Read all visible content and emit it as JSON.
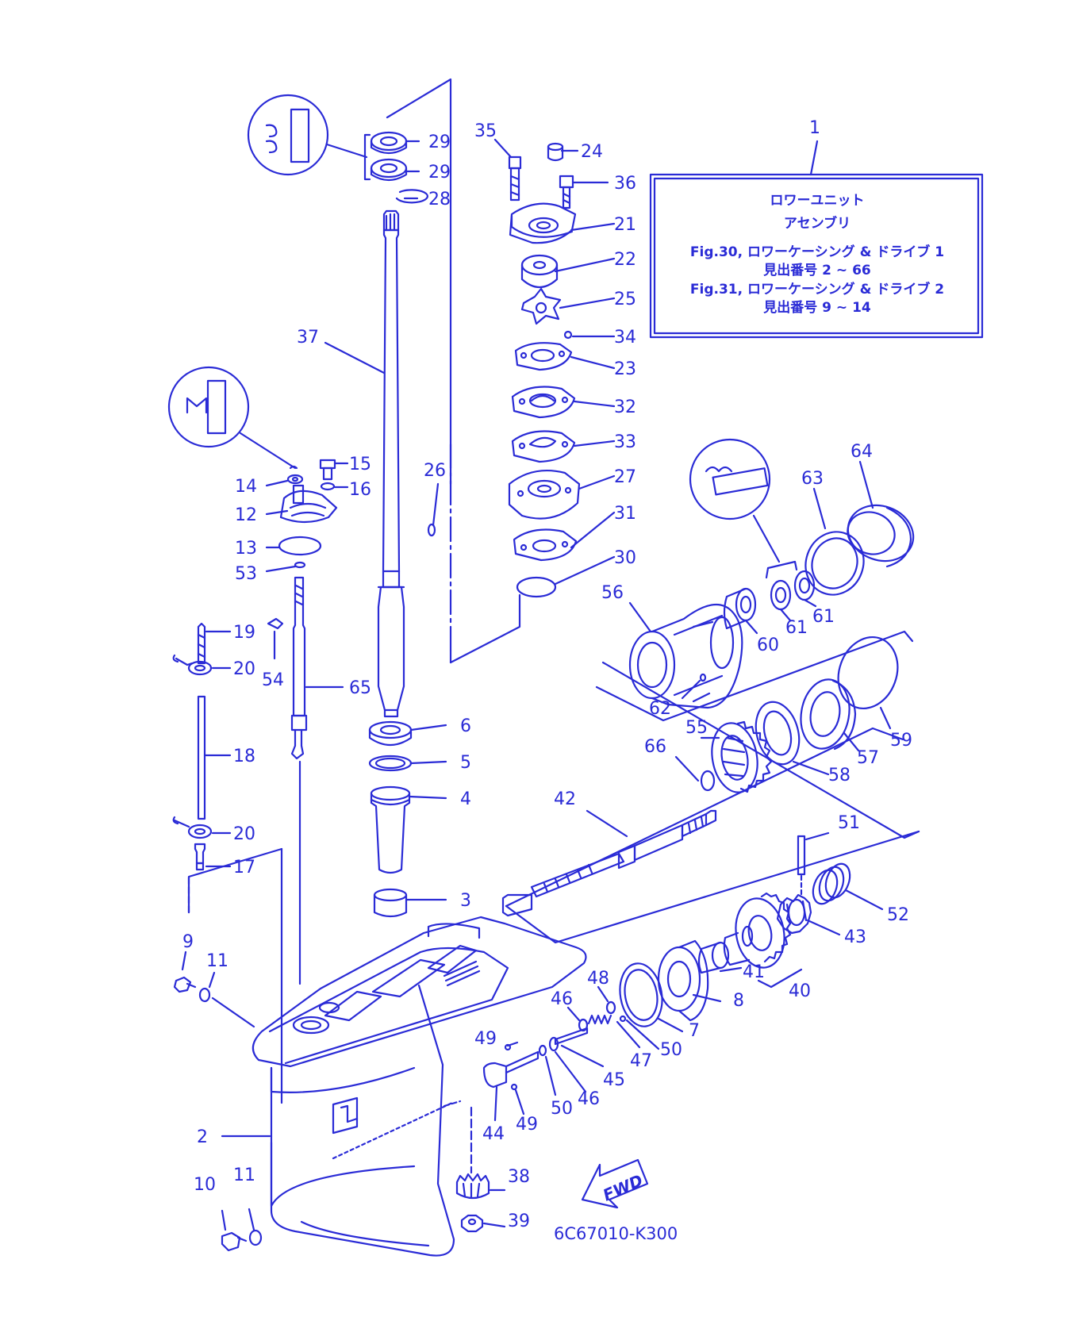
{
  "diagram": {
    "ink_color": "#2a2bd6",
    "drawing_code": "6C67010-K300",
    "fwd_label": "FWD",
    "assembly_box": {
      "callout": "1",
      "title_line1": "ロワーユニット",
      "title_line2": "アセンブリ",
      "ref1_line1": "Fig.30, ロワーケーシング & ドライブ 1",
      "ref1_line2": "見出番号 2 ~ 66",
      "ref2_line1": "Fig.31, ロワーケーシング & ドライブ 2",
      "ref2_line2": "見出番号 9 ~ 14"
    },
    "callouts": [
      "29",
      "29",
      "28",
      "35",
      "24",
      "36",
      "21",
      "22",
      "25",
      "34",
      "23",
      "32",
      "33",
      "27",
      "31",
      "30",
      "37",
      "26",
      "15",
      "14",
      "16",
      "12",
      "13",
      "53",
      "19",
      "20",
      "54",
      "65",
      "18",
      "20",
      "17",
      "6",
      "5",
      "4",
      "3",
      "64",
      "63",
      "56",
      "61",
      "61",
      "60",
      "62",
      "59",
      "55",
      "66",
      "58",
      "57",
      "42",
      "51",
      "52",
      "43",
      "41",
      "40",
      "9",
      "11",
      "48",
      "46",
      "8",
      "7",
      "47",
      "50",
      "49",
      "45",
      "46",
      "50",
      "44",
      "49",
      "2",
      "10",
      "11",
      "38",
      "39"
    ]
  }
}
